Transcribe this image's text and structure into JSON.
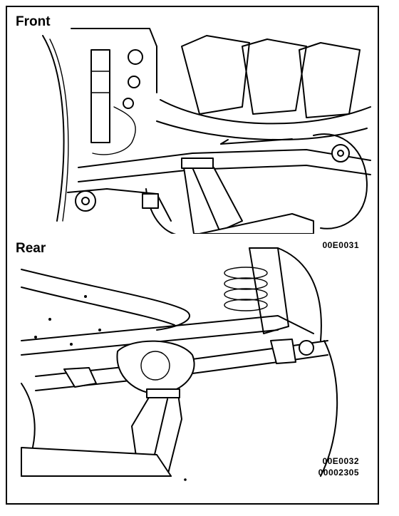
{
  "front": {
    "title": "Front",
    "figure_code": "00E0031"
  },
  "rear": {
    "title": "Rear",
    "figure_code": "00E0032"
  },
  "document_code": "00002305"
}
